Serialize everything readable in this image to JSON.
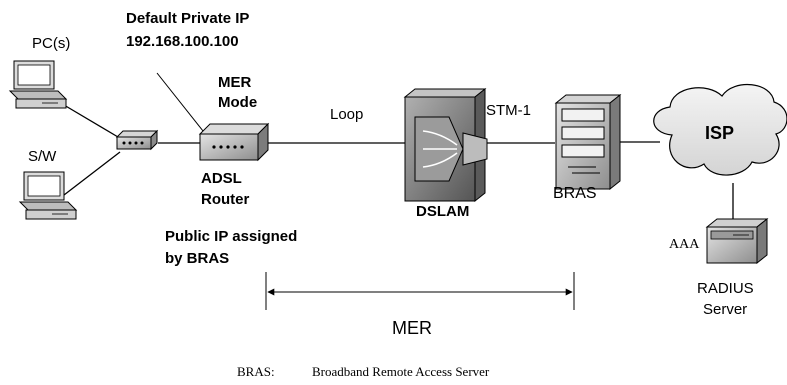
{
  "labels": {
    "default_ip_title": "Default Private IP",
    "default_ip_value": "192.168.100.100",
    "pcs": "PC(s)",
    "sw": "S/W",
    "mer_mode_line1": "MER",
    "mer_mode_line2": "Mode",
    "loop": "Loop",
    "stm1": "STM-1",
    "isp": "ISP",
    "adsl_router_line1": "ADSL",
    "adsl_router_line2": "Router",
    "dslam": "DSLAM",
    "bras": "BRAS",
    "public_ip_line1": "Public IP assigned",
    "public_ip_line2": "by BRAS",
    "aaa": "AAA",
    "radius_line1": "RADIUS",
    "radius_line2": "Server",
    "mer_span": "MER",
    "footnote_key": "BRAS:",
    "footnote_value": "Broadband Remote Access Server"
  },
  "icons": {
    "pc": "desktop-computer-icon",
    "switch": "network-switch-icon",
    "router": "adsl-router-icon",
    "dslam": "dslam-icon",
    "bras": "server-tower-icon",
    "cloud": "cloud-icon",
    "radius": "server-box-icon"
  }
}
